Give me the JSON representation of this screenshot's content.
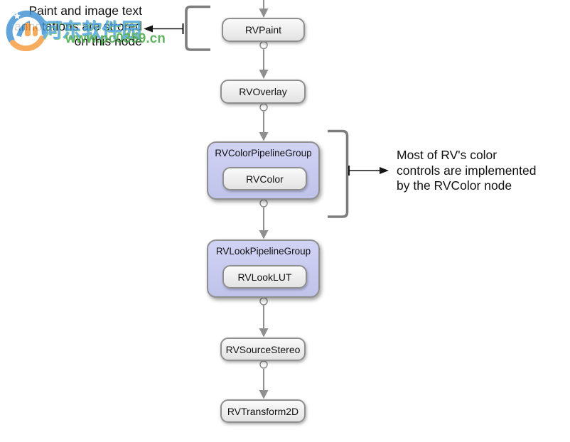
{
  "watermark": {
    "site_name": "河东软件园",
    "site_url": "www.pc0359.cn"
  },
  "annotations": {
    "left": {
      "line1": "Paint and image text",
      "line2": "annotations are strored",
      "line3": "on this node"
    },
    "right": {
      "line1": "Most of RV's color",
      "line2": "controls are implemented",
      "line3": "by the RVColor node"
    }
  },
  "nodes": {
    "rvpaint": "RVPaint",
    "rvoverlay": "RVOverlay",
    "color_group": "RVColorPipelineGroup",
    "rvcolor": "RVColor",
    "look_group": "RVLookPipelineGroup",
    "rvlooklut": "RVLookLUT",
    "rvsourcestereo": "RVSourceStereo",
    "rvtransform2d": "RVTransform2D"
  },
  "colors": {
    "group_fill": "#c7caee",
    "node_fill": "#efefef",
    "node_border": "#8f8f8f",
    "connector_gray": "#8f8f8f",
    "bracket_gray": "#7d7d7d",
    "annotation_black": "#111111",
    "watermark_blue": "#4aa0e0",
    "watermark_green": "#3ea43e",
    "logo_blue": "#3f92d2",
    "logo_orange": "#f59a3c"
  }
}
